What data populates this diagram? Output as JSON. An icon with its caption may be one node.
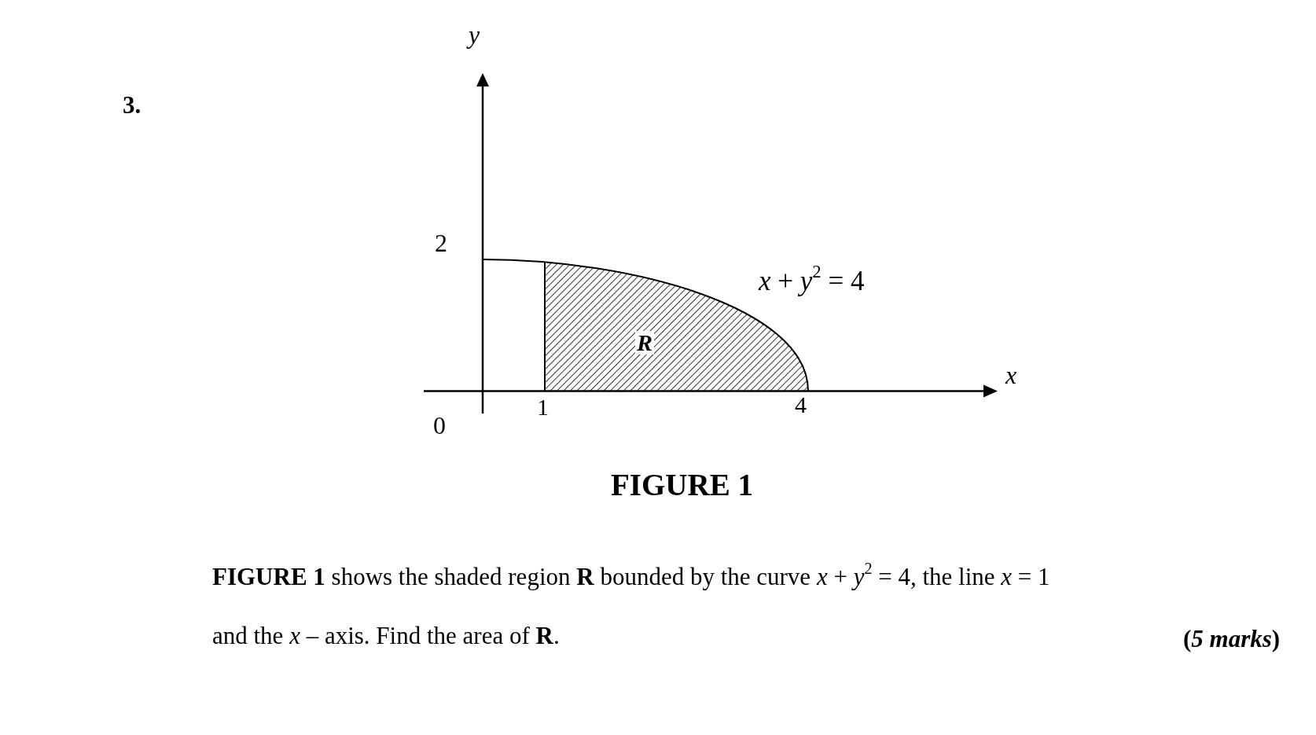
{
  "diagram": {
    "caption": "FIGURE 1",
    "labels": [
      "3.",
      "y",
      "2",
      "*x* + *y*$^{2}$ = 4",
      "R",
      "x",
      "0",
      "1",
      "4",
      "**FIGURE 1** shows the shaded region **R** bounded by the curve *x* + *y*$^{2}$ = 4, the line *x* = 1 and the *x* – axis. Find the area of **R**.",
      "(*5 marks*)"
    ]
  }
}
